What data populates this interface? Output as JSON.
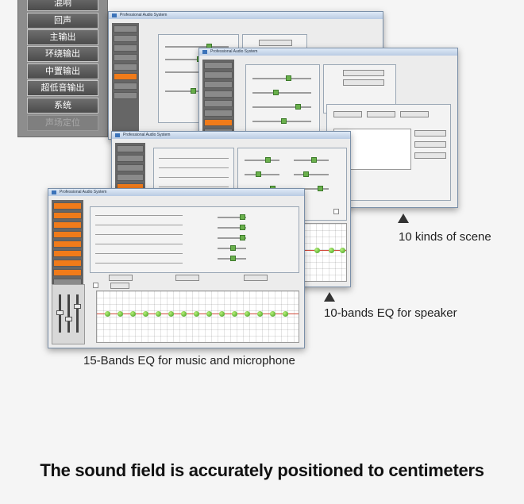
{
  "menu": {
    "items": [
      {
        "label": "混响"
      },
      {
        "label": "回声"
      },
      {
        "label": "主输出"
      },
      {
        "label": "环绕输出"
      },
      {
        "label": "中置输出"
      },
      {
        "label": "超低音输出"
      },
      {
        "label": "系统"
      },
      {
        "label": "声场定位"
      }
    ]
  },
  "windows": {
    "scene_title": "Professional Audio System",
    "speaker_title": "Professional Audio System",
    "music_title": "Professional Audio System"
  },
  "captions": {
    "scene": "10 kinds of scene",
    "speaker_eq": "10-bands EQ for speaker",
    "music_eq": "15-Bands EQ for music and microphone"
  },
  "headline": "The sound field is accurately positioned to centimeters",
  "colors": {
    "accent": "#f07b1a",
    "eq_dot": "#3a9a1a",
    "eq_line": "#d04a3a",
    "title_bar": "#b9cbe3"
  }
}
